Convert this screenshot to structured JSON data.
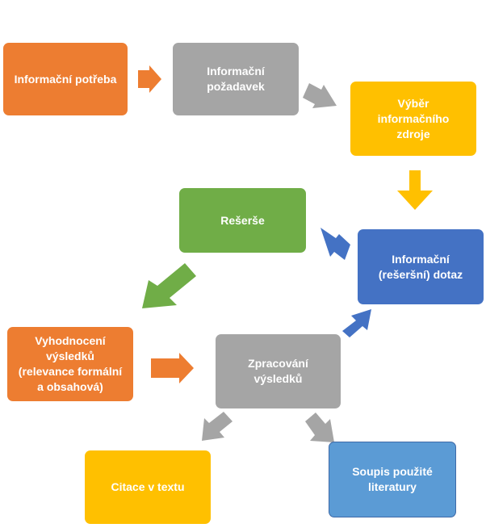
{
  "colors": {
    "orange": "#ed7d31",
    "gray": "#a5a5a5",
    "gold": "#ffc000",
    "green": "#70ad47",
    "blue": "#4472c4",
    "light_blue": "#5b9bd5"
  },
  "nodes": {
    "informacni_potreba": "Informační potřeba",
    "informacni_pozadavek": "Informační\npožadavek",
    "vyber_zdroje": "Výběr\ninformačního\nzdroje",
    "informacni_dotaz": "Informační\n(rešeršní) dotaz",
    "reserse": "Rešerše",
    "vyhodnoceni": "Vyhodnocení\nvýsledků\n(relevance formální\na obsahová)",
    "zpracovani": "Zpracování\nvýsledků",
    "citace": "Citace v textu",
    "soupis": "Soupis použité\nliteratury"
  }
}
